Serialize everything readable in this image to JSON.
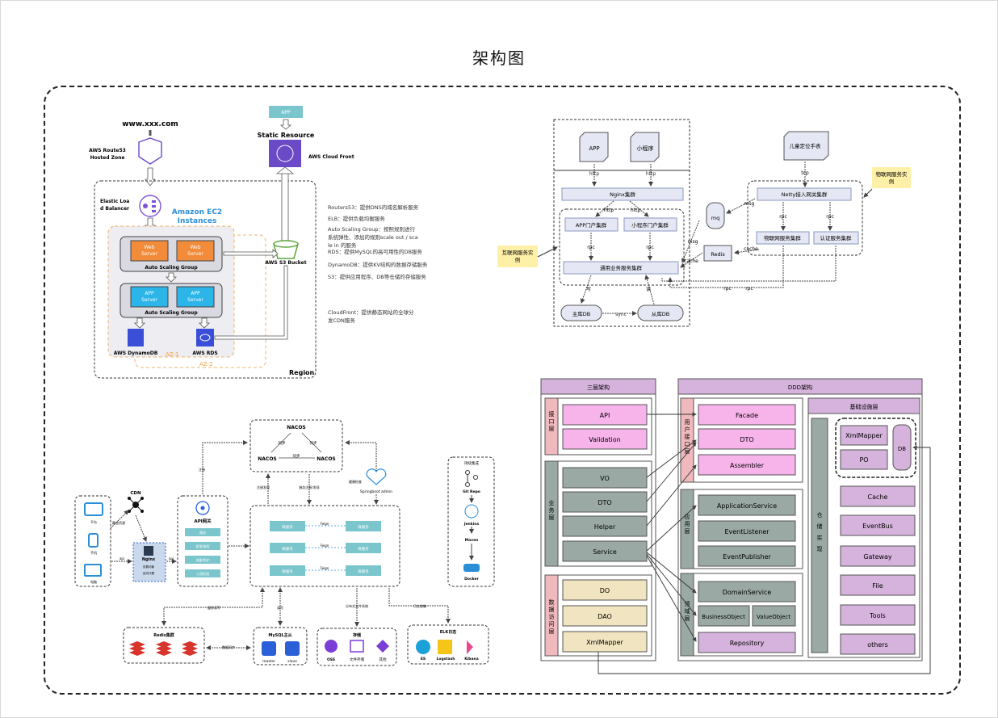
{
  "title": "架构图",
  "aws": {
    "domain": "www.xxx.com",
    "route53": "AWS Route53\nHosted Zone",
    "elb": "Elastic Loa\nd Balancer",
    "ec2": "Amazon EC2\nInstances",
    "web_server": "Web\nServer",
    "app_server": "APP\nServer",
    "asg": "Auto Scaling Group",
    "dynamodb": "AWS DynamoDB",
    "rds": "AWS RDS",
    "az1": "AZ-1",
    "az2": "AZ-2",
    "region": "Region",
    "app": "APP",
    "static": "Static Resource",
    "cloudfront": "AWS Cloud Front",
    "s3": "AWS S3 Bucket",
    "notes": [
      "Routers53：提供DNS的域名解析服务",
      "ELB：提供负载均衡服务",
      "Auto Scaling Group：按照规则进行\n系统弹性、添加的规则scale out / sca\nle in 的服务",
      "RDS：提供MySQL的高可用性的DB服务",
      "DynamoDB：提供KV结构的数据存储服务",
      "S3：提供应用程序、DB等仓储的存储服务",
      "CloudFront：提供静态网站的全球分\n发CDN服务"
    ]
  },
  "arch": {
    "app": "APP",
    "mini": "小程序",
    "http": "http",
    "nginx": "Nginx集群",
    "app_gateway": "APP门户集群",
    "mini_gateway": "小程序门户集群",
    "rpc": "rpc",
    "common": "通用业务服务集群",
    "write": "写",
    "read": "读",
    "master": "主库DB",
    "sync": "sync",
    "slave": "从库DB",
    "mq": "mq",
    "msg": "msg",
    "redis": "Redis",
    "cache": "cache",
    "child": "儿童定位手表",
    "tcp": "tcp",
    "netty": "Netty接入网关集群",
    "iot_service": "物联网服务集群",
    "auth_service": "认证服务集群",
    "note_iot": "物联网服务实\n例",
    "note_internet": "互联网服务实\n例"
  },
  "micro": {
    "cdn": "CDN",
    "static_res": "静态资源",
    "pc": "平台",
    "phone": "手机",
    "tv": "电脑",
    "api_label": "api",
    "nginx": "Nginx",
    "nginx_lines": [
      "负载均衡",
      "反向代理"
    ],
    "api_gw": "API网关",
    "gw_items": [
      "路由",
      "权限/鉴权",
      "流量/防护",
      "入侵检测"
    ],
    "register": "注册",
    "nacos": "NACOS",
    "sync_lbl": "同步",
    "config_lbl": "配置读取",
    "config_center": "注册发现",
    "service_discovery": "服务注册/发现",
    "health": "健康检查",
    "springboot": "Springboot admin",
    "services": [
      "微服务",
      "微服务",
      "微服务",
      "微服务",
      "微服务",
      "微服务"
    ],
    "feign": "Feign",
    "cache": "缓存读写",
    "redis_cluster": "Redis集群",
    "db_rw": "数据同步",
    "mysql": "MySQL主从",
    "master": "master",
    "slave": "slave",
    "read_write": "读写",
    "oss_lbl": "分布式文件系统",
    "storage": "存储",
    "oss": "OSS",
    "oss2": "文件存储",
    "oss3": "其他",
    "log_lbl": "日志收集",
    "elk": "ELK日志",
    "es": "ES",
    "logstash": "Logstash",
    "kibana": "Kibana",
    "cicd": "持续集成",
    "git": "Git Repo",
    "jenkins": "Jenkins",
    "maven": "Maven",
    "docker": "Docker"
  },
  "ddd": {
    "three_title": "三层架构",
    "ddd_title": "DDD架构",
    "interface_layer": "接口层",
    "business_layer": "业务层",
    "data_layer": "数据访问层",
    "api": "API",
    "validation": "Validation",
    "vo": "VO",
    "dto": "DTO",
    "helper": "Helper",
    "service": "Service",
    "do": "DO",
    "dao": "DAO",
    "xmlmapper": "XmlMapper",
    "user_interface": "用户接口层",
    "application": "应用层",
    "domain": "领域层",
    "infra": "基础设施层",
    "facade": "Facade",
    "dto2": "DTO",
    "assembler": "Assembler",
    "app_service": "ApplicationService",
    "event_listener": "EventListener",
    "event_publisher": "EventPublisher",
    "domain_service": "DomainService",
    "business_object": "BusinessObject",
    "value_object": "ValueObject",
    "repository": "Repository",
    "warehouse": "仓储实现",
    "xmlmapper2": "XmlMapper",
    "po": "PO",
    "db": "DB",
    "cache": "Cache",
    "eventbus": "EventBus",
    "gateway": "Gateway",
    "file": "File",
    "tools": "Tools",
    "others": "others"
  },
  "colors": {
    "pink": "#f7b4ea",
    "purple": "#d5b3dc",
    "grey": "#9aa9a4",
    "cream": "#f1e4c0",
    "orange": "#f28b3a",
    "cyan": "#2bb5e8",
    "teal": "#7ac6cc",
    "aws_purple": "#6b4ac8",
    "yellow_note": "#fff0a8"
  }
}
